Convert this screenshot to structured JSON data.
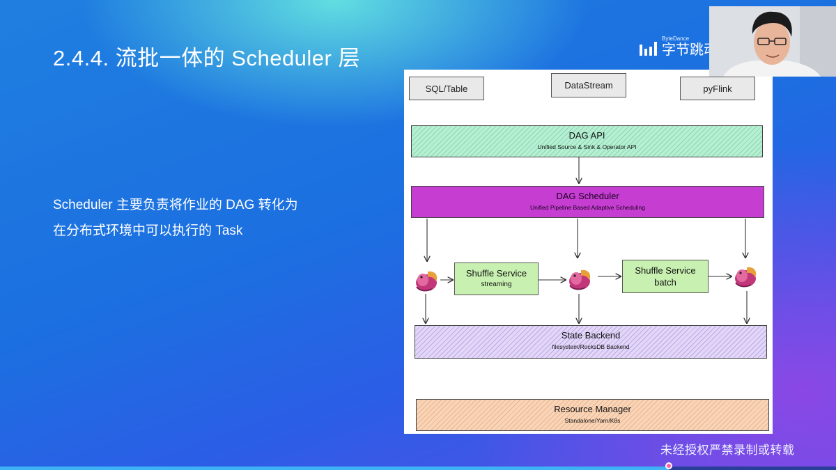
{
  "slide": {
    "title": "2.4.4. 流批一体的 Scheduler 层",
    "body_lines": [
      "Scheduler 主要负责将作业的 DAG 转化为",
      "在分布式环境中可以执行的 Task"
    ],
    "watermark": "未经授权严禁录制或转载"
  },
  "brand": {
    "name_en": "ByteDance",
    "name_cn": "字节跳动",
    "logo_icon": "bytedance-logo-icon"
  },
  "diagram": {
    "apis": [
      "SQL/Table",
      "DataStream",
      "pyFlink"
    ],
    "dag_api": {
      "title": "DAG  API",
      "subtitle": "Unified Source & Sink & Operator API"
    },
    "dag_scheduler": {
      "title": "DAG Scheduler",
      "subtitle": "Unified Pipeline Based Adaptive Scheduling"
    },
    "shuffle_streaming": {
      "title": "Shuffle Service",
      "subtitle": "streaming"
    },
    "shuffle_batch": {
      "title": "Shuffle Service",
      "subtitle": "batch"
    },
    "state_backend": {
      "title": "State Backend",
      "subtitle": "filesystem/RocksDB Backend"
    },
    "resource_manager": {
      "title": "Resource Manager",
      "subtitle": "Standalone/Yarn/K8s"
    },
    "node_icon": "flink-squirrel-icon",
    "colors": {
      "dag_api": "#b6efd2",
      "dag_scheduler": "#c63ed1",
      "shuffle": "#c8f0b0",
      "state_backend": "#e3d7f8",
      "resource_manager": "#f8d5b9"
    }
  },
  "playback": {
    "progress": 0.8
  }
}
